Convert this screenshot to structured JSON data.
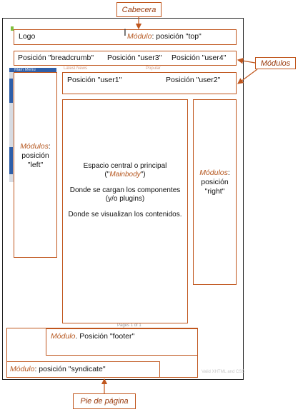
{
  "callouts": {
    "cabecera": "Cabecera",
    "modulos": "Módulos",
    "pie": "Pie de página"
  },
  "logo": "Logo",
  "top": {
    "module_word": "Módulo",
    "rest": ": posición \"top\""
  },
  "breadcrumb": "Posición \"breadcrumb\"",
  "user3": "Posición \"user3\"",
  "user4": "Posición \"user4\"",
  "user1": "Posición \"user1\"",
  "user2": "Posición \"user2\"",
  "left": {
    "module_word": "Módulos",
    "line2": "posición",
    "line3": "\"left\""
  },
  "right": {
    "module_word": "Módulos",
    "line2": "posición",
    "line3": "\"right\""
  },
  "main": {
    "line1": "Espacio central o principal",
    "line2_open": "(\"",
    "line2_word": "Mainbody",
    "line2_close": "\")",
    "line3": "Donde se cargan los componentes",
    "line4": "(y/o plugins)",
    "line5": "Donde se visualizan los contenidos."
  },
  "footer": {
    "module_word": "Módulo",
    "rest": ". Posición \"footer\""
  },
  "syndicate": {
    "module_word": "Módulo",
    "rest": ": posición \"syndicate\""
  },
  "background_labels": {
    "latest_news": "Latest News",
    "popular": "Popular",
    "main_menu": "Main Menu",
    "pager": "Pages 1 of 1",
    "valid": "Valid XHTML and CSS"
  },
  "colors": {
    "accent": "#c0561d",
    "label": "#b5561e",
    "frame": "#222222"
  }
}
